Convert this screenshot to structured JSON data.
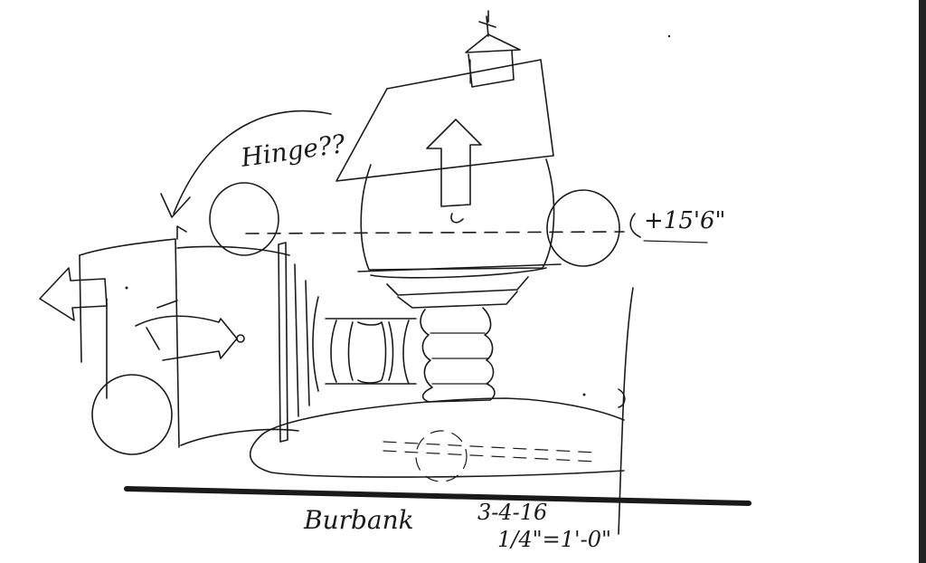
{
  "annotations": {
    "hinge_note": "Hinge??",
    "elevation_note": "+15'6\"",
    "location": "Burbank",
    "date": "3-4-16",
    "scale": "1/4\"=1'-0\""
  }
}
